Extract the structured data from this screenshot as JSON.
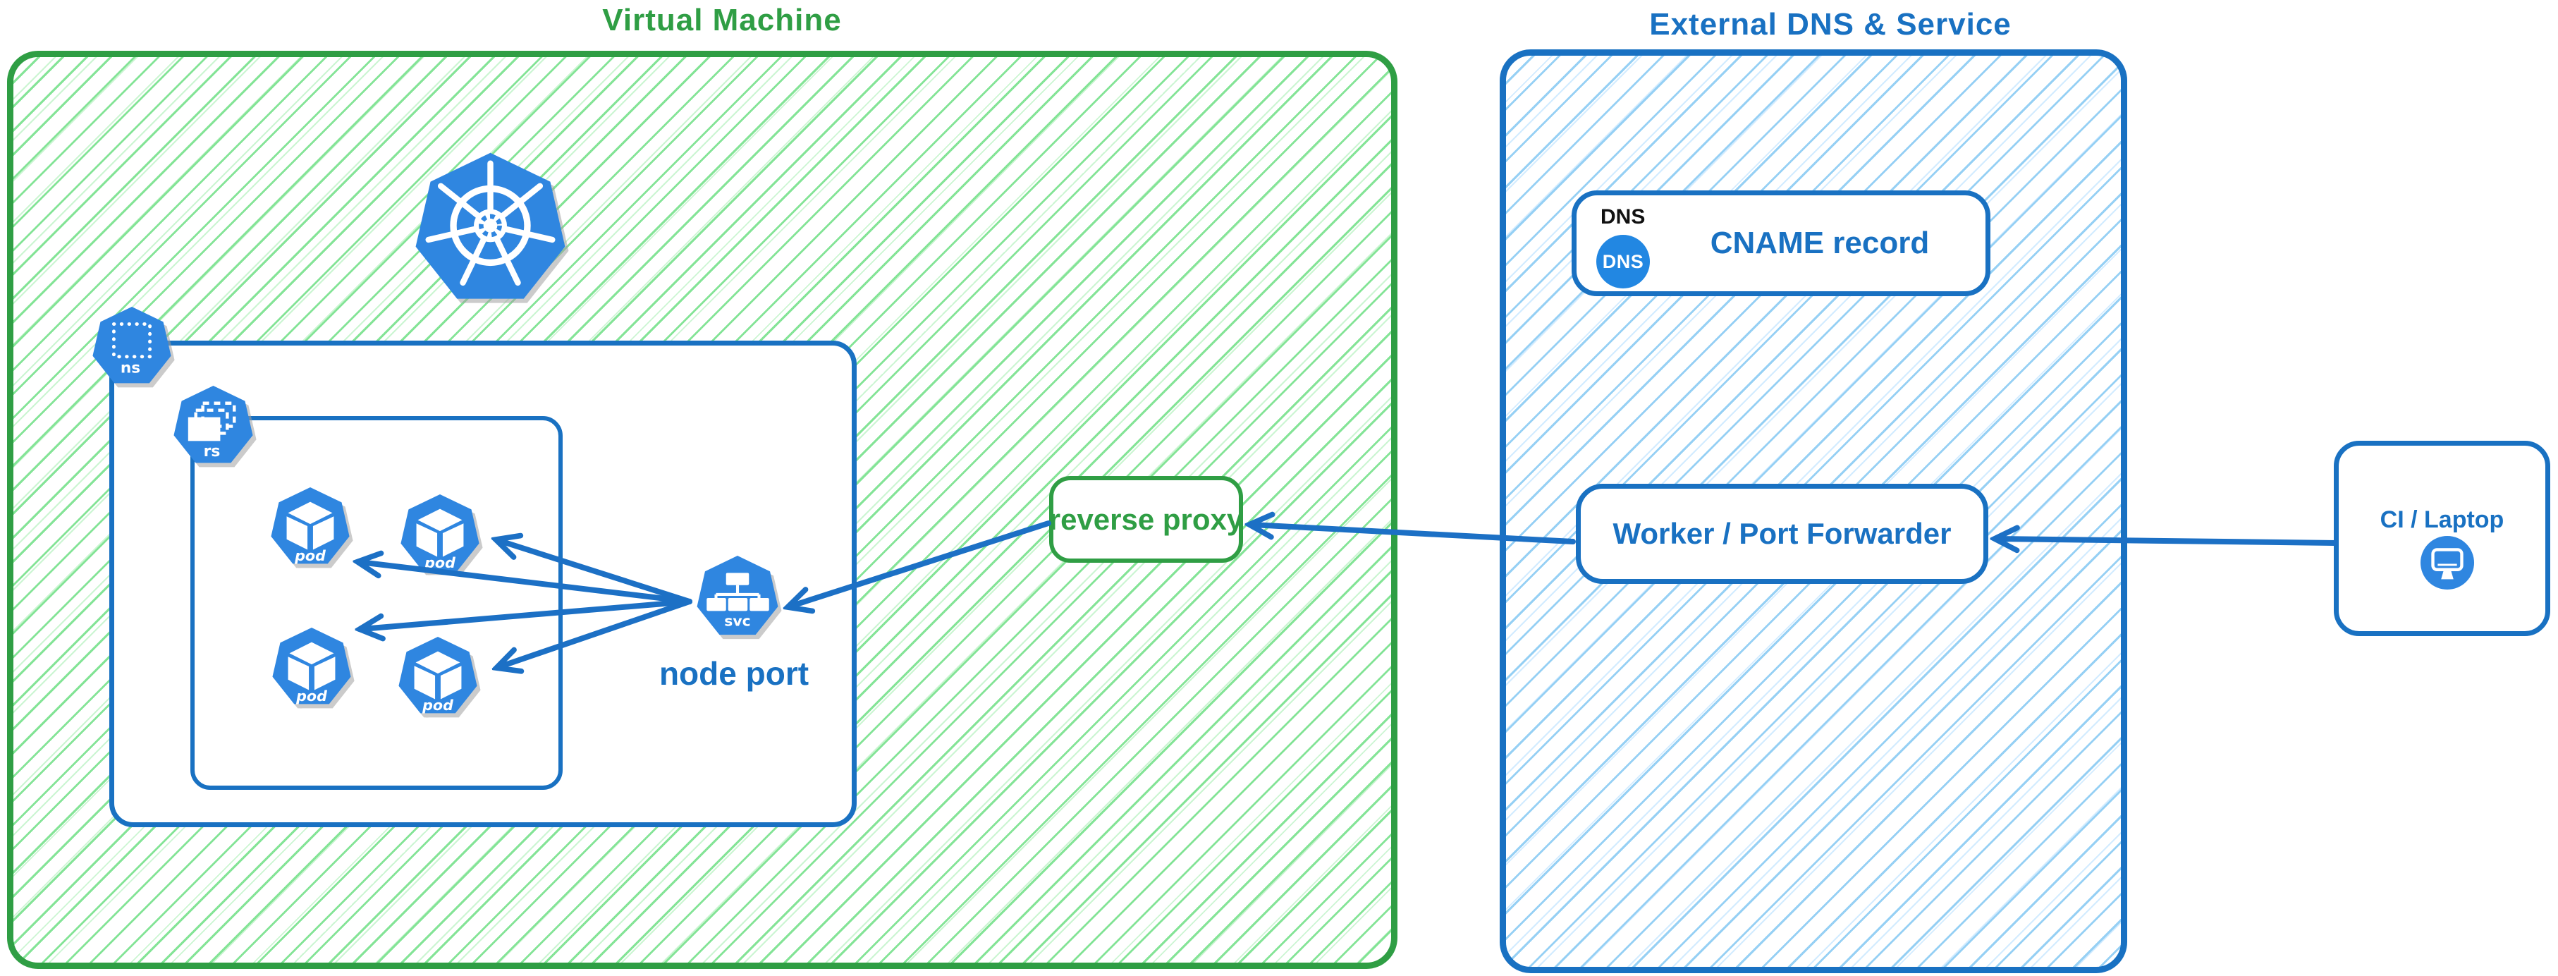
{
  "diagram": {
    "vm_group": {
      "title": "Virtual Machine",
      "kubernetes_icon": "kubernetes-helm-icon",
      "namespace_icon_label": "ns",
      "replicaset_icon_label": "rs",
      "pod_label": "pod",
      "pod_count": 4,
      "service_icon_label": "svc",
      "service_caption": "node port",
      "reverse_proxy_label": "reverse proxy"
    },
    "external_group": {
      "title": "External DNS & Service",
      "dns_card": {
        "tag": "DNS",
        "badge": "DNS",
        "label": "CNAME record"
      },
      "worker_card": {
        "label": "Worker / Port Forwarder"
      }
    },
    "client_card": {
      "label": "CI / Laptop",
      "icon": "monitor-icon"
    },
    "connections": [
      "CI / Laptop -> Worker / Port Forwarder",
      "Worker / Port Forwarder -> reverse proxy",
      "reverse proxy -> svc (node port)",
      "svc -> pod (x4)"
    ],
    "colors": {
      "green_stroke": "#2f9e44",
      "green_hatch": "#8ce99a",
      "blue_stroke": "#1971c2",
      "blue_hatch": "#a5d8ff",
      "icon_blue": "#2f86e0",
      "arrow_blue": "#1c70c5",
      "tag_black": "#111111"
    }
  }
}
